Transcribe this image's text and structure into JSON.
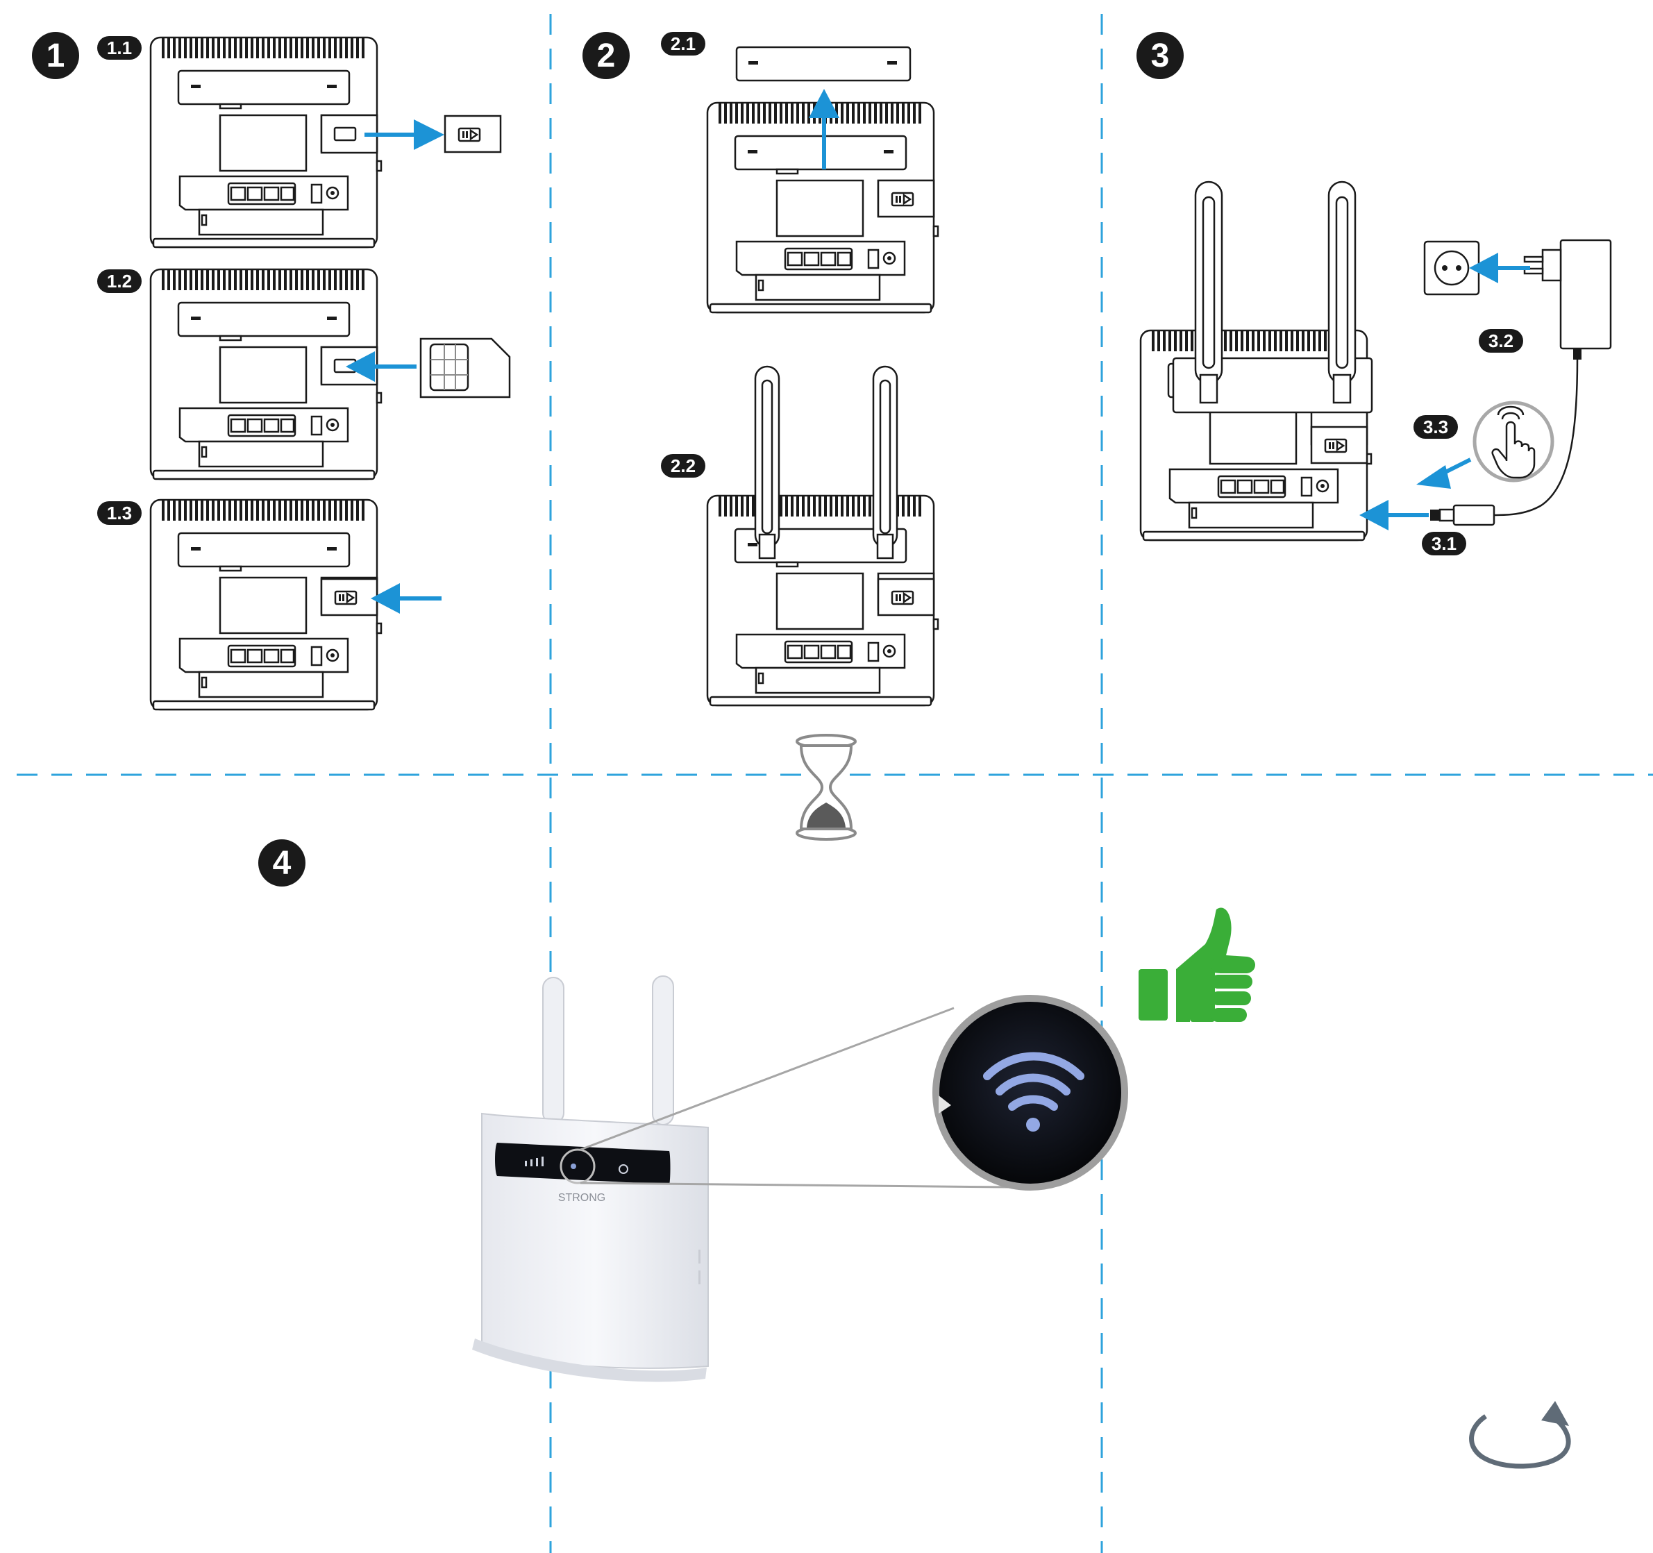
{
  "colors": {
    "accent": "#1c93d6",
    "divider": "#2ea3dc",
    "ok": "#3aae38",
    "ink": "#1a1a1a"
  },
  "steps": [
    {
      "number": "1",
      "substeps": [
        "1.1",
        "1.2",
        "1.3"
      ]
    },
    {
      "number": "2",
      "substeps": [
        "2.1",
        "2.2"
      ]
    },
    {
      "number": "3",
      "substeps": [
        "3.2",
        "3.3",
        "3.1"
      ]
    },
    {
      "number": "4",
      "substeps": []
    }
  ],
  "router_photo": {
    "brand": "STRONG"
  },
  "icons": [
    "sim-card-icon",
    "hourglass-icon",
    "power-socket-icon",
    "power-adapter-icon",
    "touch-button-icon",
    "wifi-icon",
    "thumbs-up-icon",
    "refresh-icon"
  ]
}
